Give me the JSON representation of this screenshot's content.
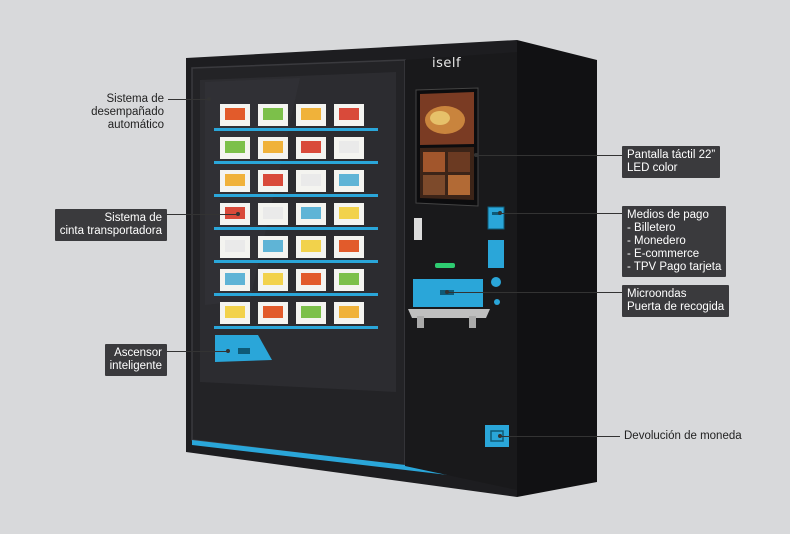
{
  "machine": {
    "brand": "iself",
    "accent_color": "#2aa6d9",
    "body_color": "#1b1b1d",
    "tray_rows": 7,
    "tray_columns": 4
  },
  "callouts": {
    "desempanado": [
      "Sistema de",
      "desempañado",
      "automático"
    ],
    "cinta": [
      "Sistema de",
      "cinta transportadora"
    ],
    "ascensor": [
      "Ascensor",
      "inteligente"
    ],
    "pantalla": [
      "Pantalla táctil 22”",
      "LED color"
    ],
    "pago": [
      "Medios de pago",
      " - Billetero",
      " - Monedero",
      " - E-commerce",
      " - TPV Pago tarjeta"
    ],
    "microondas": [
      "Microondas",
      "Puerta de recogida"
    ],
    "devolucion": [
      "Devolución de moneda"
    ]
  }
}
